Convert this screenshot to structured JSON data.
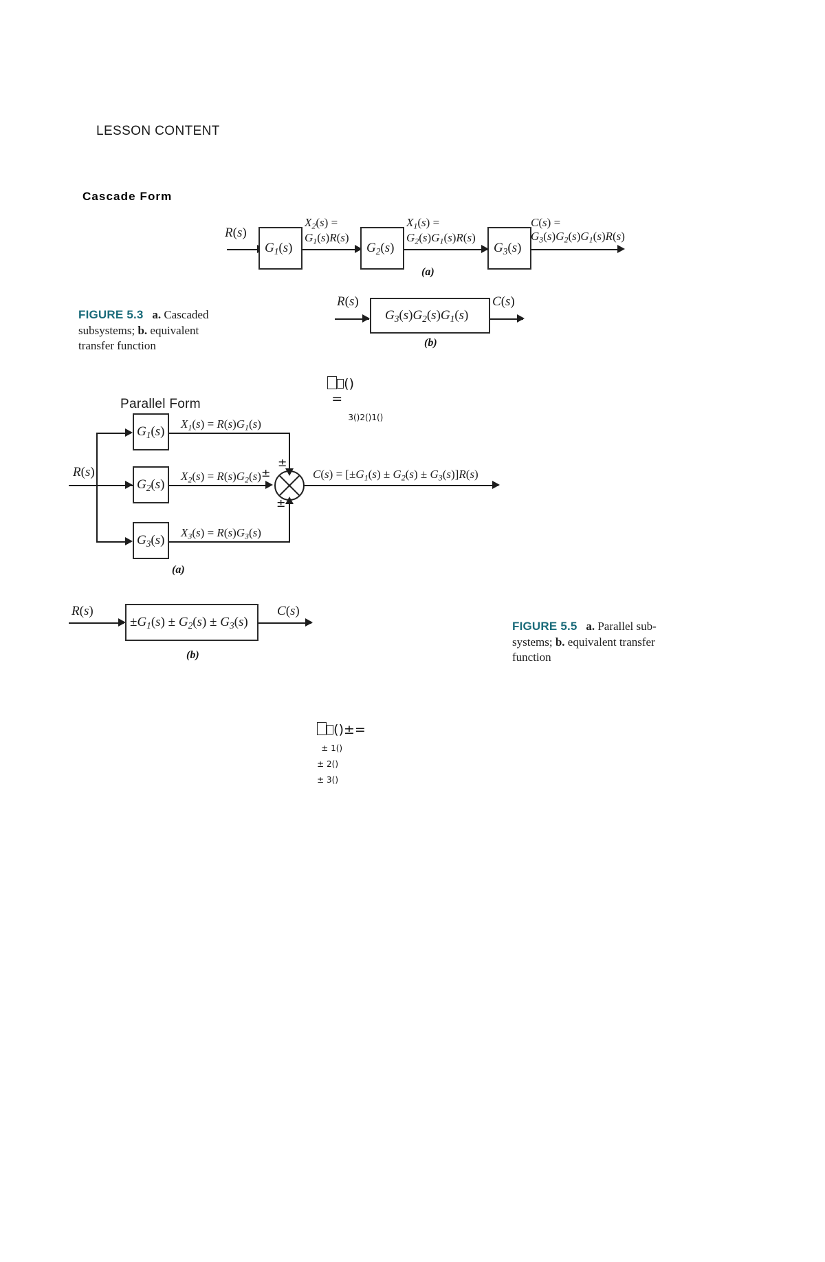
{
  "document": {
    "lesson_title": "LESSON CONTENT",
    "sections": [
      {
        "label": "Cascade Form"
      },
      {
        "label": "Parallel Form"
      }
    ]
  },
  "figure_53": {
    "caption_tag": "FIGURE 5.3",
    "caption_a": "a.",
    "caption_text_1": "Cascaded",
    "caption_text_2_bold": "b.",
    "caption_text_2a": "subsystems;",
    "caption_text_2b": "equivalent",
    "caption_text_3": "transfer function",
    "part_a_tag": "(a)",
    "part_b_tag": "(b)",
    "diagram_a": {
      "input_label": "R(s)",
      "blocks": [
        {
          "name": "G1",
          "label_main": "G",
          "label_sub": "1",
          "label_tail": "(s)"
        },
        {
          "name": "G2",
          "label_main": "G",
          "label_sub": "2",
          "label_tail": "(s)"
        },
        {
          "name": "G3",
          "label_main": "G",
          "label_sub": "3",
          "label_tail": "(s)"
        }
      ],
      "signal_1_line1": "X2(s) =",
      "signal_1_line2": "G1(s)R(s)",
      "signal_2_line1": "X1(s) =",
      "signal_2_line2": "G2(s)G1(s)R(s)",
      "signal_3_line1": "C(s) =",
      "signal_3_line2": "G3(s)G2(s)G1(s)R(s)"
    },
    "diagram_b": {
      "input_label": "R(s)",
      "output_label": "C(s)",
      "block_label": "G3(s)G2(s)G1(s)"
    }
  },
  "equation_cascade": {
    "lhs_box": "□",
    "lhs_sub": "□",
    "lhs_paren": "()",
    "equals": "=",
    "rhs": "3()2()1()"
  },
  "figure_55": {
    "caption_tag": "FIGURE 5.5",
    "caption_a": "a.",
    "caption_text_1": "Parallel sub-",
    "caption_text_2": "systems;",
    "caption_text_2_bold": "b.",
    "caption_text_2b": "equivalent transfer",
    "caption_text_3": "function",
    "part_a_tag": "(a)",
    "part_b_tag": "(b)",
    "diagram_a": {
      "input_label": "R(s)",
      "branches": [
        {
          "block_main": "G",
          "block_sub": "1",
          "block_tail": "(s)",
          "signal": "X1(s) = R(s)G1(s)"
        },
        {
          "block_main": "G",
          "block_sub": "2",
          "block_tail": "(s)",
          "signal": "X2(s) = R(s)G2(s)"
        },
        {
          "block_main": "G",
          "block_sub": "3",
          "block_tail": "(s)",
          "signal": "X3(s) = R(s)G3(s)"
        }
      ],
      "sum_signs": [
        "±",
        "±",
        "±"
      ],
      "output_expression": "C(s) = [±G1(s) ± G2(s) ± G3(s)]R(s)"
    },
    "diagram_b": {
      "input_label": "R(s)",
      "output_label": "C(s)",
      "block_label": "±G1(s) ± G2(s) ± G3(s)"
    }
  },
  "equation_parallel": {
    "lhs_box": "□",
    "lhs_sub": "□",
    "lhs_paren": "()",
    "pm_eq": "±=",
    "term1": "± 1()",
    "term2": "± 2()",
    "term3": "± 3()"
  },
  "colors": {
    "figure_tag": "#1a6b7a",
    "ink": "#1d1d1d",
    "page_bg": "#ffffff"
  }
}
